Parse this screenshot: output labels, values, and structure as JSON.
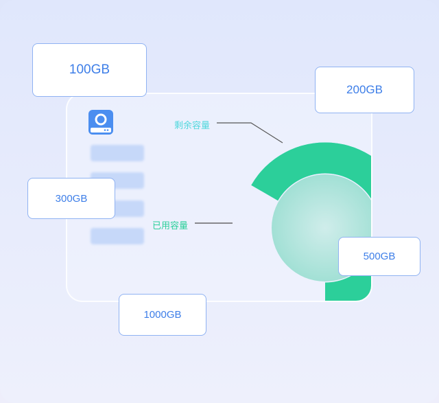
{
  "labels": {
    "remaining": "剩余容量",
    "used": "已用容量"
  },
  "tags": [
    "100GB",
    "200GB",
    "300GB",
    "500GB",
    "1000GB"
  ],
  "colors": {
    "remaining": "#52e0e2",
    "used": "#2ccf9a",
    "accent": "#3d7ee8",
    "disk_icon": "#4b8ef0"
  },
  "icons": [
    "hard-drive-icon"
  ]
}
